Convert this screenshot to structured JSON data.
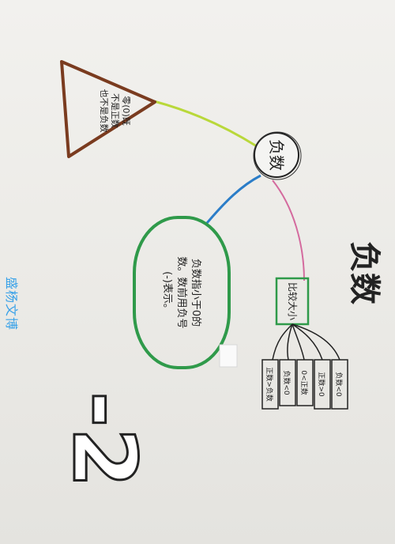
{
  "page_title": "负数",
  "center_node": "负数",
  "triangle_lines": [
    "零(0)既",
    "不是正数",
    "也不是负数"
  ],
  "definition_lines": [
    "负数指小于0的",
    "数。数前用负号",
    "(-)表示。"
  ],
  "comparison_node": "比较大小",
  "comparison_leaves": [
    "负数<0",
    "正数>0",
    "0<正数",
    "负数<0",
    "正数>负数"
  ],
  "author": "盛杨文博",
  "example_number": "-2",
  "colors": {
    "brown": "#7a3b1f",
    "yellow_green": "#b9d83a",
    "blue": "#2b7dc8",
    "pink": "#d46a9e",
    "green": "#2f9a4a",
    "ink": "#222222",
    "author_blue": "#3aa2e8"
  }
}
